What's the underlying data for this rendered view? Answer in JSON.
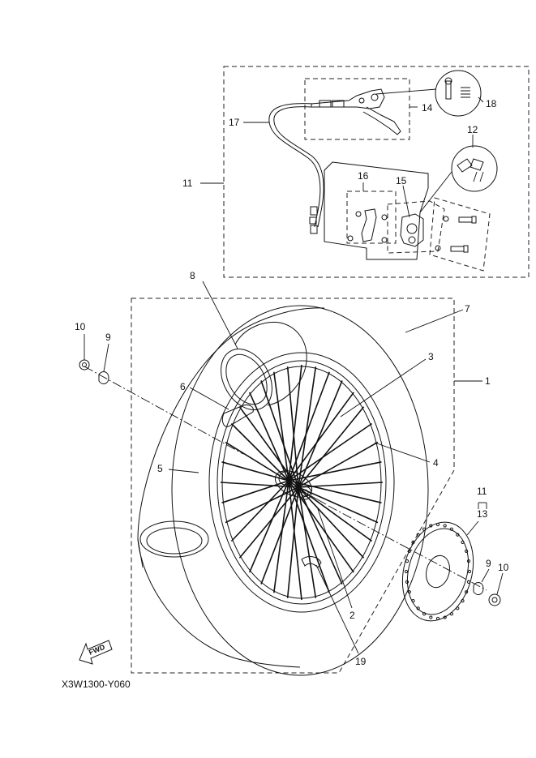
{
  "diagram": {
    "code": "X3W1300-Y060",
    "fwd_label": "FWD",
    "callouts": {
      "c1": "1",
      "c2": "2",
      "c3": "3",
      "c4": "4",
      "c5": "5",
      "c6": "6",
      "c7": "7",
      "c8": "8",
      "c9a": "9",
      "c9b": "9",
      "c10a": "10",
      "c10b": "10",
      "c11a": "11",
      "c11b": "11",
      "c12": "12",
      "c13": "13",
      "c14": "14",
      "c15": "15",
      "c16": "16",
      "c17": "17",
      "c18": "18",
      "c19": "19"
    }
  }
}
